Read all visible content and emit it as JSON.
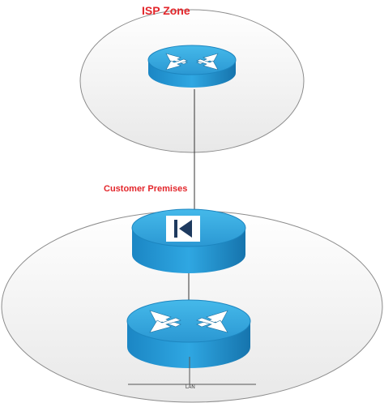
{
  "zones": {
    "isp": {
      "label": "ISP Zone"
    },
    "customer": {
      "label": "Customer Premises"
    }
  },
  "devices": {
    "isp_router": {
      "icon": "router-icon"
    },
    "customer_device": {
      "icon": "skip-back-icon"
    },
    "customer_router": {
      "icon": "router-icon"
    }
  },
  "lan": {
    "label": "LAN"
  },
  "colors": {
    "zone_label": "#e3262b",
    "device_top": "#2a9cd6",
    "device_side": "#1a7fb8",
    "zone_fill": "#eeeeee",
    "zone_stroke": "#8c8c8c"
  }
}
